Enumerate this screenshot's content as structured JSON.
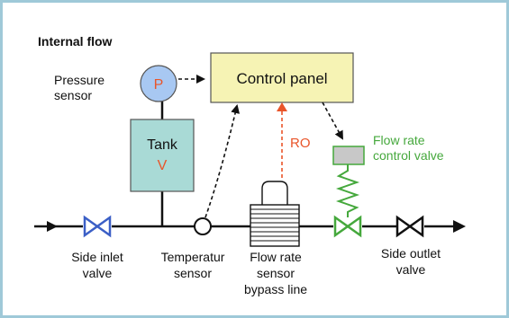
{
  "diagram": {
    "title": "Internal flow",
    "pressure_sensor": {
      "symbol": "P",
      "label_line1": "Pressure",
      "label_line2": "sensor"
    },
    "control_panel": {
      "label": "Control panel"
    },
    "tank": {
      "label": "Tank",
      "symbol": "V"
    },
    "ro": {
      "label": "RO"
    },
    "flow_rate_control_valve": {
      "label_line1": "Flow rate",
      "label_line2": "control valve"
    },
    "side_inlet_valve": {
      "label_line1": "Side inlet",
      "label_line2": "valve"
    },
    "temperature_sensor": {
      "label_line1": "Temperatur",
      "label_line2": "sensor"
    },
    "flow_rate_sensor": {
      "label_line1": "Flow rate",
      "label_line2": "sensor",
      "label_line3": "bypass line"
    },
    "side_outlet_valve": {
      "label_line1": "Side outlet",
      "label_line2": "valve"
    },
    "colors": {
      "frame": "#9fc9d8",
      "control_panel_fill": "#f6f3b4",
      "tank_fill": "#a9dad6",
      "pressure_sensor_fill": "#a8c8f2",
      "accent_red": "#e9552a",
      "accent_green": "#45a83c",
      "inlet_valve": "#3b5fc6"
    }
  }
}
